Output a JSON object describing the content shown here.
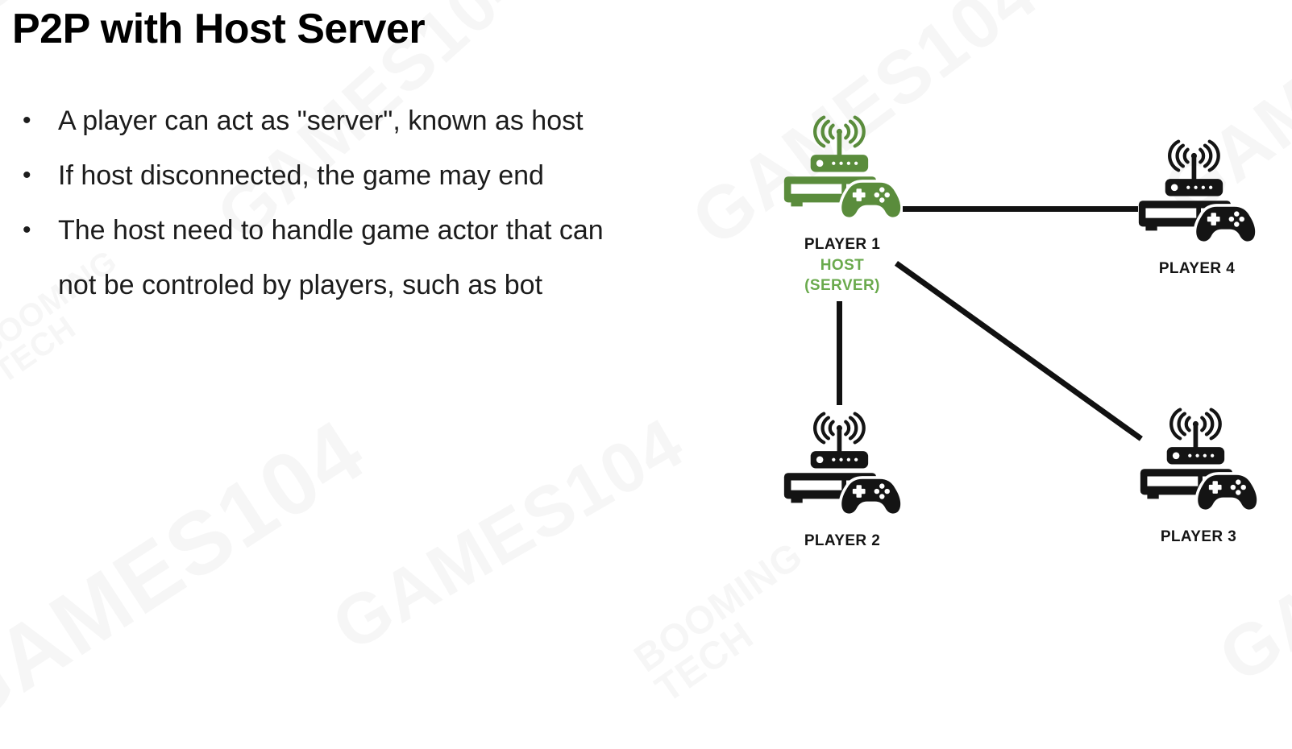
{
  "slide": {
    "title": "P2P with Host Server",
    "bullet_glyph": "•",
    "bullets": [
      {
        "lines": [
          "A player can act as \"server\", known as host"
        ]
      },
      {
        "lines": [
          "If host disconnected, the game may end"
        ]
      },
      {
        "lines": [
          "The host need to handle game actor that can",
          "not be controled by players, such as bot"
        ]
      }
    ]
  },
  "diagram": {
    "players": [
      {
        "id": "player1",
        "label": "PLAYER 1",
        "role_line1": "HOST",
        "role_line2": "(SERVER)",
        "is_host": true
      },
      {
        "id": "player2",
        "label": "PLAYER 2",
        "is_host": false
      },
      {
        "id": "player3",
        "label": "PLAYER 3",
        "is_host": false
      },
      {
        "id": "player4",
        "label": "PLAYER 4",
        "is_host": false
      }
    ],
    "connections": [
      {
        "from": "player1",
        "to": "player4"
      },
      {
        "from": "player1",
        "to": "player2"
      },
      {
        "from": "player1",
        "to": "player3"
      }
    ]
  },
  "watermark": {
    "text": "GAMES104",
    "brand_line1": "BOOMING",
    "brand_line2": "TECH"
  },
  "colors": {
    "host_icon_green": "#5a8c3c",
    "host_text_green": "#6aaa4d",
    "peer_black": "#141414",
    "connection_line": "#111111",
    "watermark_gray": "#f6f6f6",
    "title_black": "#000000",
    "body_text": "#1c1c1c"
  }
}
